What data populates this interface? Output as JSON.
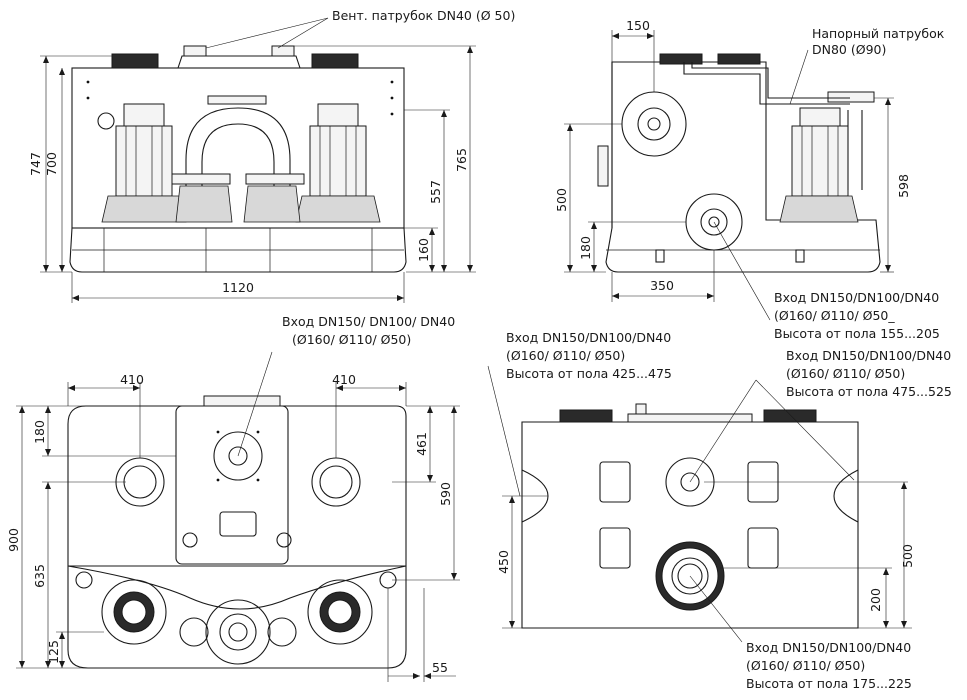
{
  "dimensions": {
    "front_width": "1120",
    "front_height_total": "747",
    "front_height_body": "700",
    "front_pump_height": "557",
    "front_overall": "765",
    "front_base": "160",
    "side_top_offset": "150",
    "side_inlet_height": "500",
    "side_lower_inlet": "180",
    "side_lower_offset": "350",
    "side_pressure_height": "598",
    "top_left_offset": "410",
    "top_right_offset": "410",
    "top_upper": "180",
    "top_depth": "900",
    "top_inner_635": "635",
    "top_inner_125": "125",
    "top_right_461": "461",
    "top_right_590": "590",
    "top_right_55": "55",
    "rear_450": "450",
    "rear_500": "500",
    "rear_200": "200"
  },
  "callouts": {
    "vent": "Вент. патрубок DN40 (Ø 50)",
    "pressure_line1": "Напорный патрубок",
    "pressure_line2": "DN80 (Ø90)",
    "side_inlet_line1": "Вход DN150/DN100/DN40",
    "side_inlet_line2": "(Ø160/  Ø110/  Ø50_",
    "side_inlet_line3": "Высота от пола 155...205",
    "top_inlet_line1": "Вход DN150/ DN100/ DN40",
    "top_inlet_line2": "(Ø160/ Ø110/ Ø50)",
    "rear_left_line1": "Вход DN150/DN100/DN40",
    "rear_left_line2": "(Ø160/  Ø110/ Ø50)",
    "rear_left_line3": "Высота от пола 425...475",
    "rear_right_line1": "Вход DN150/DN100/DN40",
    "rear_right_line2": "(Ø160/  Ø110/ Ø50)",
    "rear_right_line3": "Высота от пола 475...525",
    "rear_bottom_line1": "Вход DN150/DN100/DN40",
    "rear_bottom_line2": "(Ø160/  Ø110/ Ø50)",
    "rear_bottom_line3": "Высота от пола 175...225"
  }
}
